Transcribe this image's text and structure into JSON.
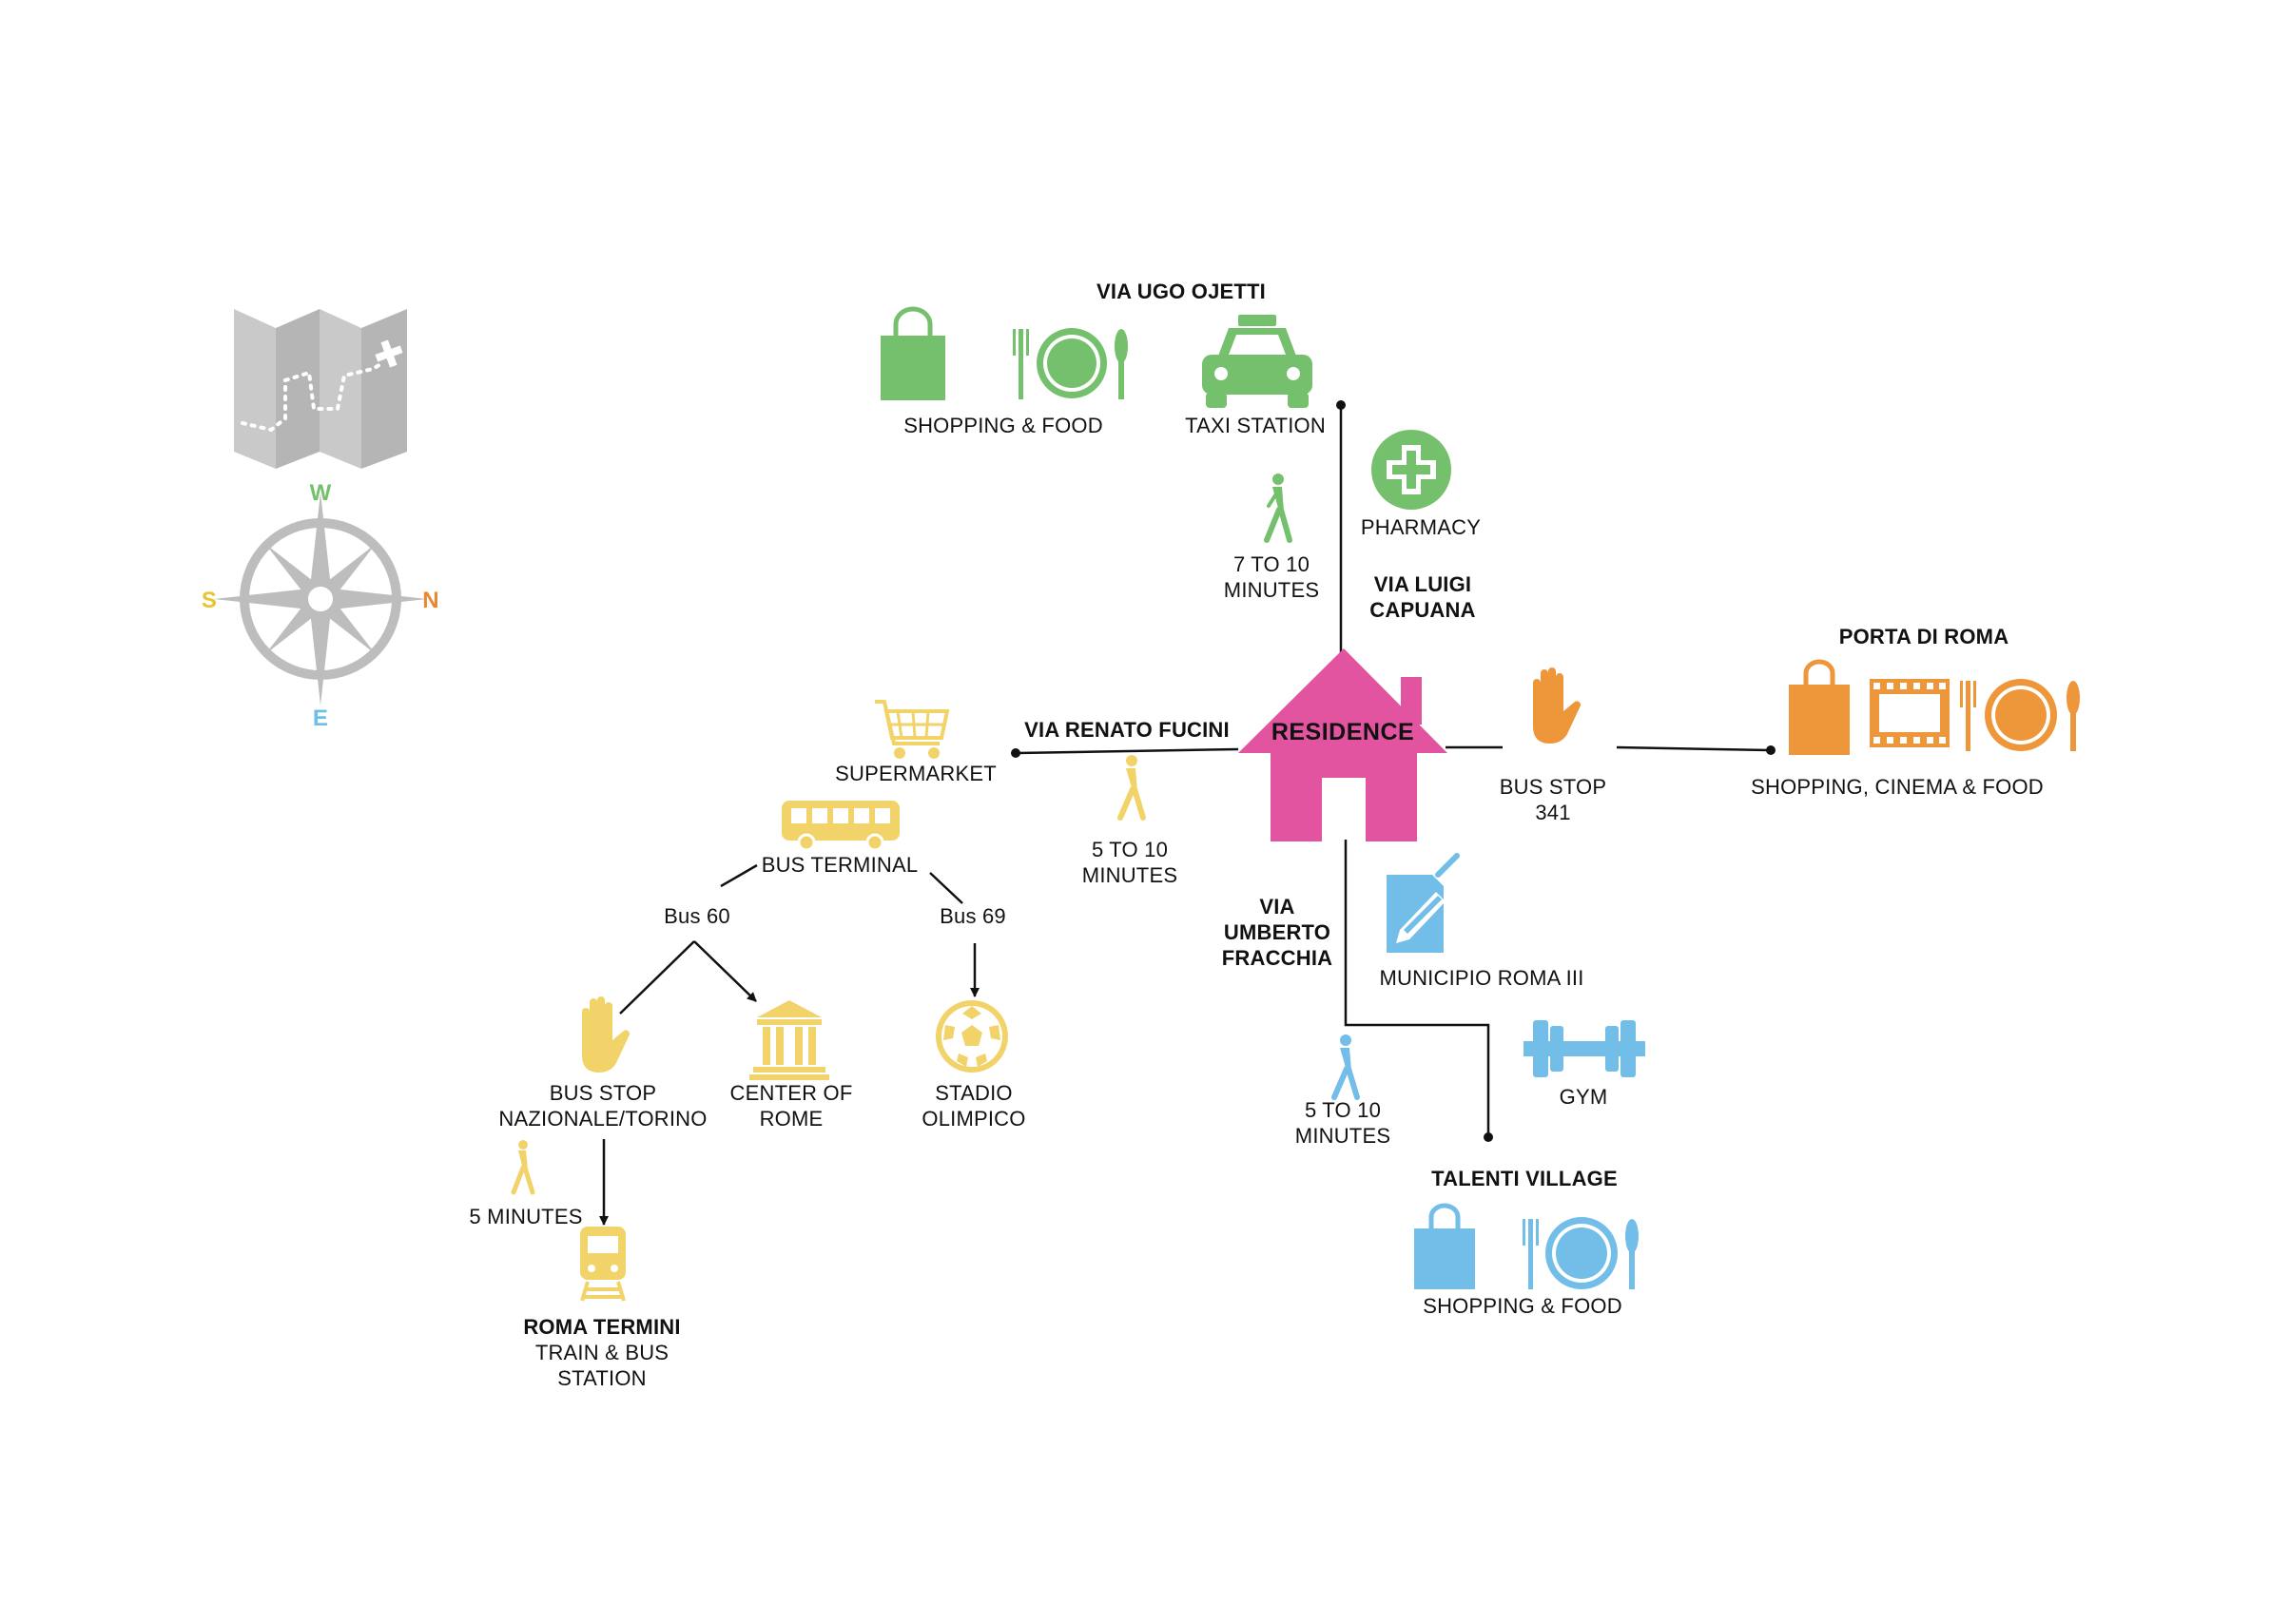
{
  "colors": {
    "green": "#74c06c",
    "yellow": "#f2d36a",
    "orange": "#ee973a",
    "blue": "#73bde9",
    "pink": "#e2549f",
    "gray": "#bdbdbd",
    "line": "#111111"
  },
  "compass": {
    "w": "W",
    "s": "S",
    "n": "N",
    "e": "E"
  },
  "residence": "RESIDENCE",
  "north": {
    "street": "VIA UGO OJETTI",
    "shopping_food": "SHOPPING & FOOD",
    "taxi": "TAXI STATION",
    "walk_l1": "7 TO 10",
    "walk_l2": "MINUTES",
    "pharmacy": "PHARMACY",
    "street2_l1": "VIA LUIGI",
    "street2_l2": "CAPUANA"
  },
  "east": {
    "bus_stop_l1": "BUS STOP",
    "bus_stop_l2": "341",
    "place": "PORTA DI ROMA",
    "amenities": "SHOPPING, CINEMA & FOOD"
  },
  "west": {
    "street": "VIA RENATO FUCINI",
    "supermarket": "SUPERMARKET",
    "walk_l1": "5 TO 10",
    "walk_l2": "MINUTES",
    "bus_terminal": "BUS TERMINAL",
    "bus60": "Bus 60",
    "bus69": "Bus 69",
    "bus_stop_l1": "BUS STOP",
    "bus_stop_l2": "NAZIONALE/TORINO",
    "center_l1": "CENTER OF",
    "center_l2": "ROME",
    "stadio_l1": "STADIO",
    "stadio_l2": "OLIMPICO",
    "walk5": "5 MINUTES",
    "termini_l1": "ROMA TERMINI",
    "termini_l2": "TRAIN & BUS",
    "termini_l3": "STATION"
  },
  "south": {
    "street_l1": "VIA",
    "street_l2": "UMBERTO",
    "street_l3": "FRACCHIA",
    "municipio": "MUNICIPIO ROMA III",
    "gym": "GYM",
    "walk_l1": "5 TO 10",
    "walk_l2": "MINUTES",
    "place": "TALENTI VILLAGE",
    "shopping_food": "SHOPPING & FOOD"
  }
}
